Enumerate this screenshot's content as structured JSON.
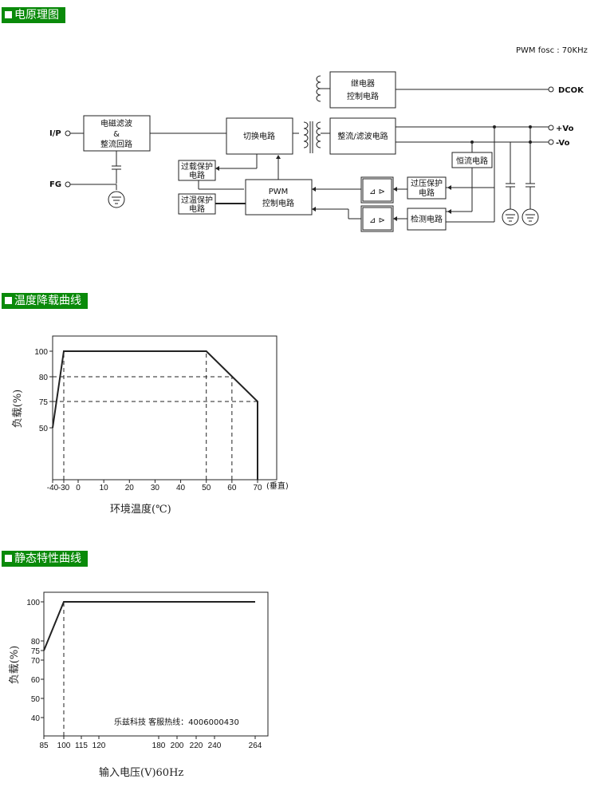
{
  "sections": {
    "schematic": "电原理图",
    "derating": "温度降载曲线",
    "static": "静态特性曲线"
  },
  "schematic": {
    "pwm_fosc": "PWM fosc : 70KHz",
    "ports": {
      "ip": "I/P",
      "fg": "FG",
      "dcok": "DCOK",
      "vo_plus": "+Vo",
      "vo_minus": "-Vo"
    },
    "blocks": {
      "emi_line1": "电磁滤波",
      "emi_line2": "&",
      "emi_line3": "整流回路",
      "switch": "切换电路",
      "relay_line1": "继电器",
      "relay_line2": "控制电路",
      "rect_filter": "整流/滤波电路",
      "const_current": "恒流电路",
      "overload_line1": "过载保护",
      "overload_line2": "电路",
      "overtemp_line1": "过温保护",
      "overtemp_line2": "电路",
      "pwm_line1": "PWM",
      "pwm_line2": "控制电路",
      "overvolt_line1": "过压保护",
      "overvolt_line2": "电路",
      "detect": "检测电路"
    }
  },
  "chart_data": [
    {
      "type": "line",
      "title": "温度降载曲线",
      "xlabel": "环境温度(℃)",
      "ylabel": "负载(%)",
      "x_unit_note": "(垂直)",
      "x_ticks": [
        -40,
        -30,
        0,
        10,
        20,
        30,
        40,
        50,
        60,
        70
      ],
      "y_ticks": [
        50,
        75,
        80,
        100
      ],
      "x_scale_note": "non-linear: -40 to -30 compressed, -30 to 0 segment",
      "xlim": [
        -40,
        70
      ],
      "ylim": [
        0,
        110
      ],
      "series": [
        {
          "x": [
            -40,
            -30,
            50,
            70,
            70
          ],
          "y": [
            50,
            100,
            100,
            75,
            0
          ]
        }
      ],
      "reference_lines": [
        {
          "x": [
            -30,
            -30
          ],
          "y": [
            0,
            100
          ]
        },
        {
          "x": [
            50,
            50
          ],
          "y": [
            0,
            100
          ]
        },
        {
          "x": [
            60,
            60
          ],
          "y": [
            0,
            80
          ]
        },
        {
          "x": [
            -40,
            60
          ],
          "y": [
            80,
            80
          ]
        },
        {
          "x": [
            -40,
            70
          ],
          "y": [
            75,
            75
          ]
        }
      ],
      "grid": false
    },
    {
      "type": "line",
      "title": "静态特性曲线",
      "xlabel": "输入电压(V)60Hz",
      "ylabel": "负载(%)",
      "x_ticks": [
        85,
        100,
        115,
        120,
        180,
        200,
        220,
        240,
        264
      ],
      "y_ticks": [
        40,
        50,
        60,
        70,
        75,
        80,
        100
      ],
      "xlim": [
        85,
        264
      ],
      "ylim": [
        30,
        105
      ],
      "series": [
        {
          "x": [
            85,
            100,
            264
          ],
          "y": [
            75,
            100,
            100
          ]
        }
      ],
      "reference_lines": [
        {
          "x": [
            100,
            100
          ],
          "y": [
            30,
            100
          ]
        }
      ],
      "annotation": "乐兹科技 客服热线：4006000430",
      "grid": false
    }
  ]
}
